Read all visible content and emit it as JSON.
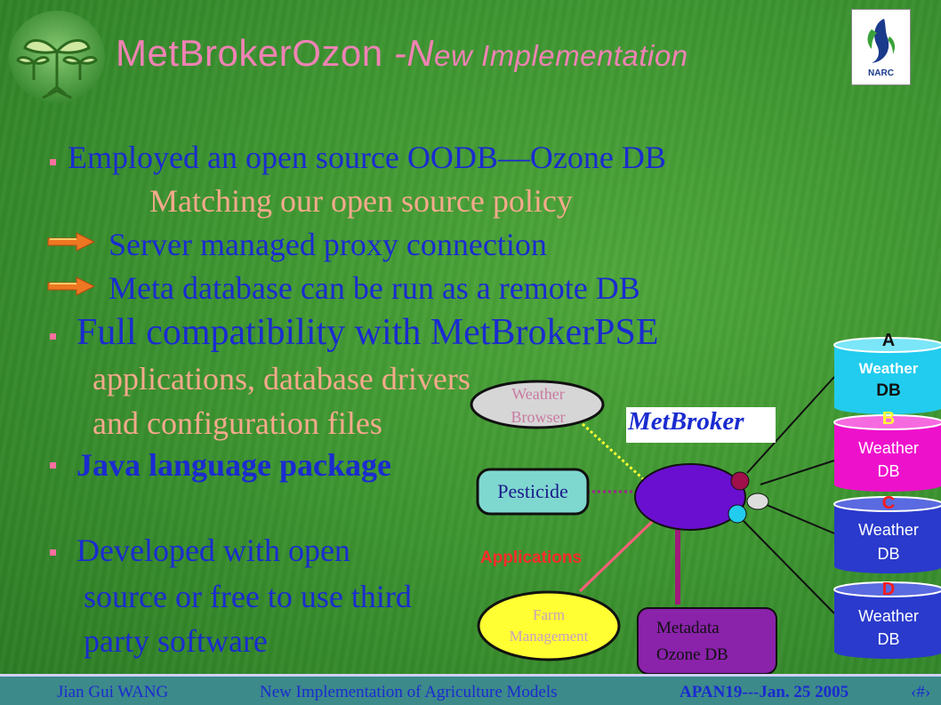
{
  "title": {
    "main": "MetBrokerOzon",
    "dash": " -N",
    "sub": "ew Implementation"
  },
  "logos": {
    "left_icon": "sprout-logo-icon",
    "right_icon": "narc-logo-icon",
    "right_text": "NARC"
  },
  "bullets": {
    "b1": "Employed  an open source OODB—Ozone DB",
    "b1_note": "Matching our   open source policy",
    "a1": "Server managed proxy connection",
    "a2": "Meta database can be run as a remote  DB",
    "b2": "Full compatibility with MetBrokerPSE",
    "b2_l2": "applications, database drivers",
    "b2_l3": "and configuration files",
    "b3": "Java language package",
    "b4": "Developed with open",
    "b4_l2": "source or free to use third",
    "b4_l3": "party software"
  },
  "diagram": {
    "metbroker": "MetBroker",
    "applications": "Applications",
    "weather_browser_1": "Weather",
    "weather_browser_2": "Browser",
    "pesticide": "Pesticide",
    "farm_1": "Farm",
    "farm_2": "Management",
    "metadata_1": "Metadata",
    "metadata_2": "Ozone DB",
    "dbs": [
      {
        "letter": "A",
        "line1": "Weather",
        "line2": "DB"
      },
      {
        "letter": "B",
        "line1": "Weather",
        "line2": "DB"
      },
      {
        "letter": "C",
        "line1": "Weather",
        "line2": "DB"
      },
      {
        "letter": "D",
        "line1": "Weather",
        "line2": "DB"
      }
    ]
  },
  "footer": {
    "author": "Jian Gui  WANG",
    "topic": "New Implementation of Agriculture Models",
    "event": "APAN19---Jan. 25 2005",
    "page": "‹#›"
  },
  "colors": {
    "title": "#f082b4",
    "body_text": "#1a2bd0",
    "note_text": "#f6a98c",
    "db_cyan": "#22ccee",
    "db_magenta": "#ee11cc",
    "db_blue": "#2a3acc",
    "broker": "#6a0fd0"
  }
}
